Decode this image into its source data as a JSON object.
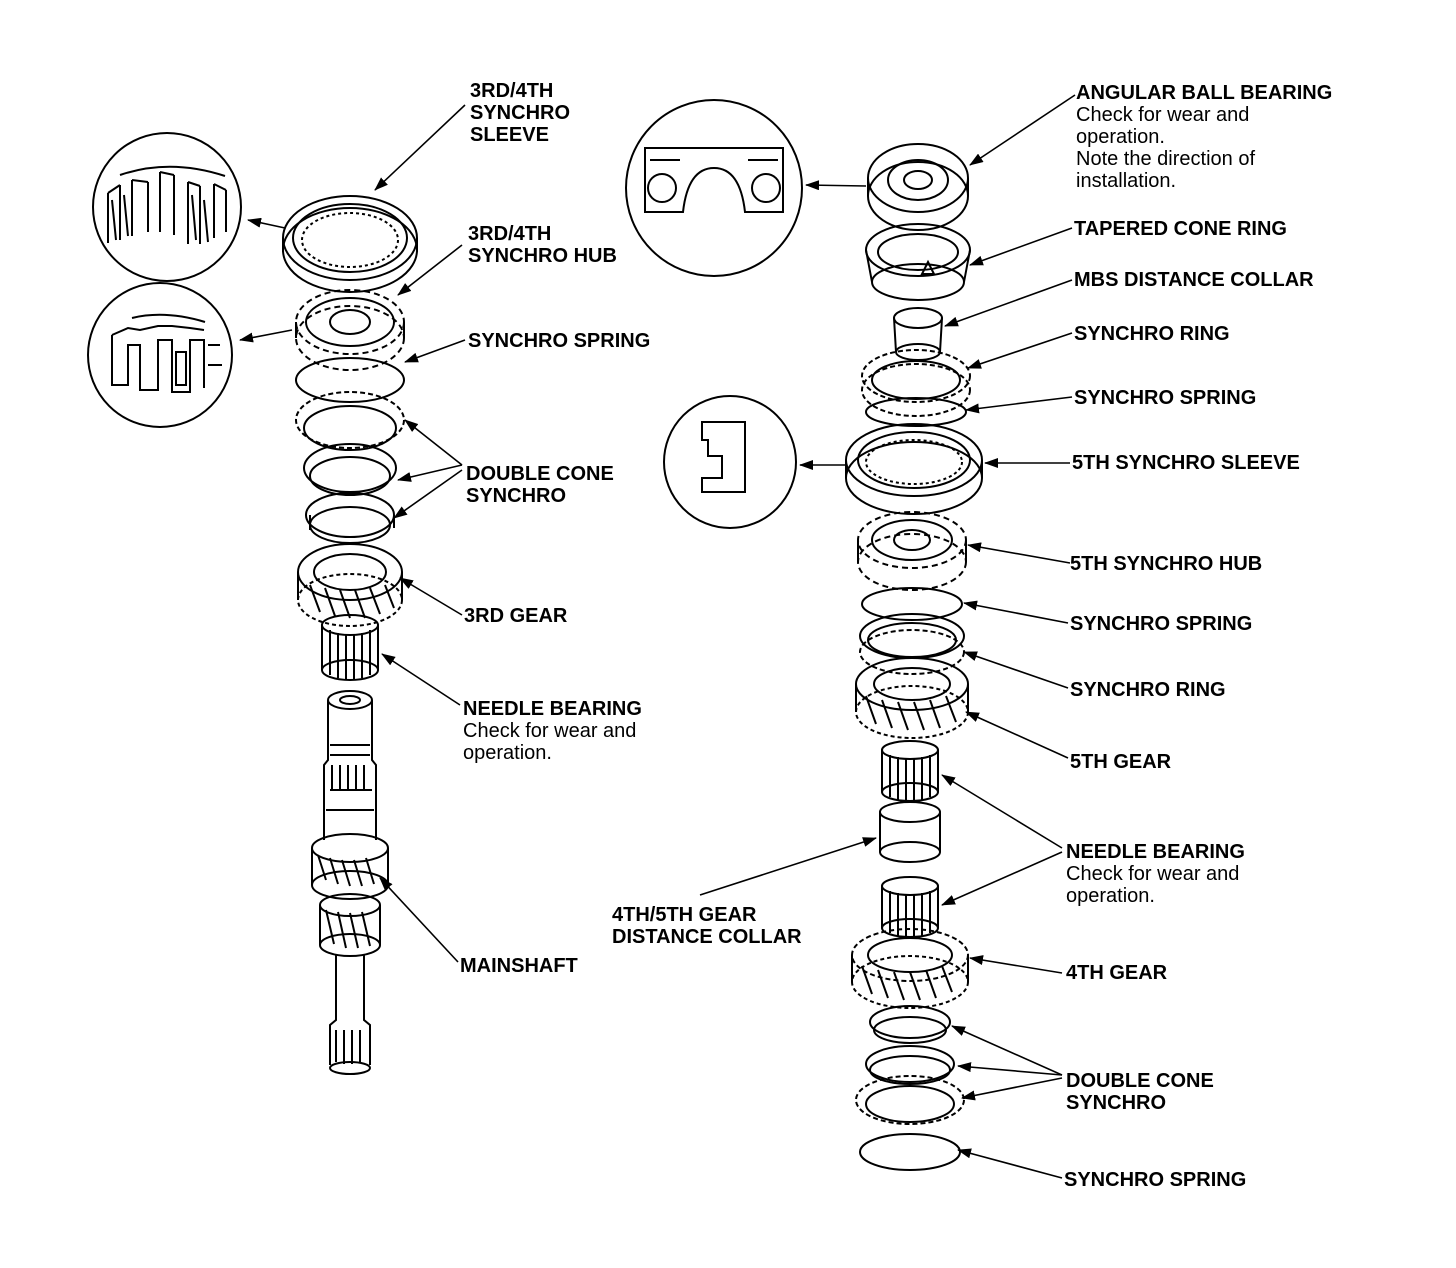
{
  "left": {
    "synchro_sleeve": {
      "lines": [
        "3RD/4TH",
        "SYNCHRO",
        "SLEEVE"
      ]
    },
    "synchro_hub": {
      "lines": [
        "3RD/4TH",
        "SYNCHRO HUB"
      ]
    },
    "synchro_spring": {
      "title": "SYNCHRO SPRING"
    },
    "double_cone_synchro": {
      "lines": [
        "DOUBLE CONE",
        "SYNCHRO"
      ]
    },
    "third_gear": {
      "title": "3RD GEAR"
    },
    "needle_bearing": {
      "title": "NEEDLE BEARING",
      "note": [
        "Check for wear and",
        "operation."
      ]
    },
    "mainshaft": {
      "title": "MAINSHAFT"
    }
  },
  "right": {
    "angular_ball_bearing": {
      "title": "ANGULAR BALL BEARING",
      "note": [
        "Check for wear and",
        "operation.",
        "Note the direction of",
        "installation."
      ]
    },
    "tapered_cone_ring": {
      "title": "TAPERED CONE RING"
    },
    "mbs_distance_collar": {
      "title": "MBS DISTANCE COLLAR"
    },
    "synchro_ring_upper": {
      "title": "SYNCHRO RING"
    },
    "synchro_spring_upper": {
      "title": "SYNCHRO SPRING"
    },
    "fifth_synchro_sleeve": {
      "title": "5TH SYNCHRO SLEEVE"
    },
    "fifth_synchro_hub": {
      "title": "5TH SYNCHRO HUB"
    },
    "synchro_spring_middle": {
      "title": "SYNCHRO SPRING"
    },
    "synchro_ring_lower": {
      "title": "SYNCHRO RING"
    },
    "fifth_gear": {
      "title": "5TH GEAR"
    },
    "needle_bearing": {
      "title": "NEEDLE BEARING",
      "note": [
        "Check for wear and",
        "operation."
      ]
    },
    "gear_distance_collar": {
      "lines": [
        "4TH/5TH GEAR",
        "DISTANCE COLLAR"
      ]
    },
    "fourth_gear": {
      "title": "4TH GEAR"
    },
    "double_cone_synchro": {
      "lines": [
        "DOUBLE CONE",
        "SYNCHRO"
      ]
    },
    "synchro_spring_bottom": {
      "title": "SYNCHRO SPRING"
    }
  }
}
